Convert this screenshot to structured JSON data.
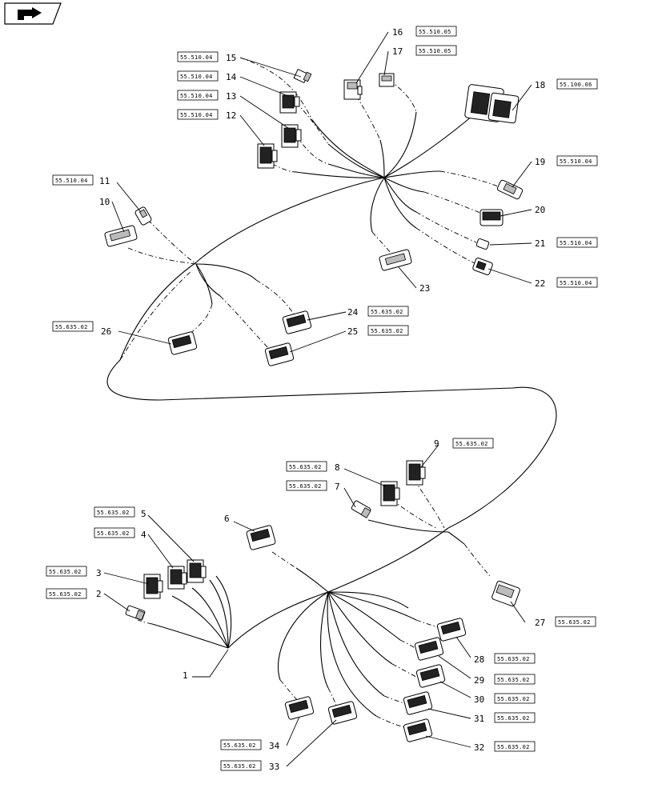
{
  "diagram": {
    "labels": [
      {
        "num": "1",
        "ref": ""
      },
      {
        "num": "2",
        "ref": "55.635.02"
      },
      {
        "num": "3",
        "ref": "55.635.02"
      },
      {
        "num": "4",
        "ref": "55.635.02"
      },
      {
        "num": "5",
        "ref": "55.635.02"
      },
      {
        "num": "6",
        "ref": ""
      },
      {
        "num": "7",
        "ref": "55.635.02"
      },
      {
        "num": "8",
        "ref": "55.635.02"
      },
      {
        "num": "9",
        "ref": "55.635.02"
      },
      {
        "num": "10",
        "ref": ""
      },
      {
        "num": "11",
        "ref": "55.510.04"
      },
      {
        "num": "12",
        "ref": "55.510.04"
      },
      {
        "num": "13",
        "ref": "55.510.04"
      },
      {
        "num": "14",
        "ref": "55.510.04"
      },
      {
        "num": "15",
        "ref": "55.510.04"
      },
      {
        "num": "16",
        "ref": "55.510.05"
      },
      {
        "num": "17",
        "ref": "55.510.05"
      },
      {
        "num": "18",
        "ref": "55.100.06"
      },
      {
        "num": "19",
        "ref": "55.510.04"
      },
      {
        "num": "20",
        "ref": ""
      },
      {
        "num": "21",
        "ref": "55.510.04"
      },
      {
        "num": "22",
        "ref": "55.510.04"
      },
      {
        "num": "23",
        "ref": ""
      },
      {
        "num": "24",
        "ref": "55.635.02"
      },
      {
        "num": "25",
        "ref": "55.635.02"
      },
      {
        "num": "26",
        "ref": "55.635.02"
      },
      {
        "num": "27",
        "ref": "55.635.02"
      },
      {
        "num": "28",
        "ref": "55.635.02"
      },
      {
        "num": "29",
        "ref": "55.635.02"
      },
      {
        "num": "30",
        "ref": "55.635.02"
      },
      {
        "num": "31",
        "ref": "55.635.02"
      },
      {
        "num": "32",
        "ref": "55.635.02"
      },
      {
        "num": "33",
        "ref": "55.635.02"
      },
      {
        "num": "34",
        "ref": "55.635.02"
      }
    ]
  }
}
